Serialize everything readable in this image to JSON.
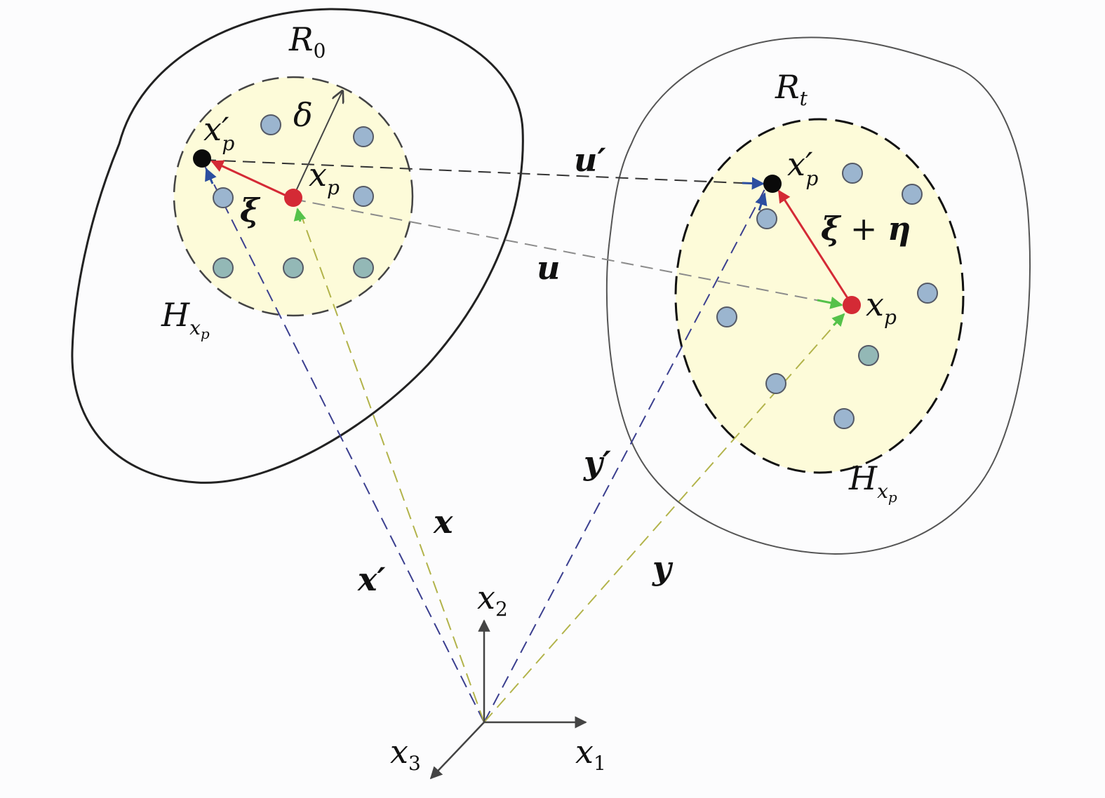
{
  "labels": {
    "region_ref": {
      "main": "R",
      "sub": "0"
    },
    "region_cur": {
      "main": "R",
      "sub": "t"
    },
    "horizon_ref": {
      "main": "H",
      "sub": "x",
      "subsub": "p"
    },
    "horizon_cur": {
      "main": "H",
      "sub": "x",
      "subsub": "p"
    },
    "delta": "δ",
    "xp_prime_ref": {
      "main": "x′",
      "sub": "p"
    },
    "xp_ref": {
      "main": "x",
      "sub": "p"
    },
    "xp_prime_cur": {
      "main": "x′",
      "sub": "p"
    },
    "xp_cur": {
      "main": "x",
      "sub": "p"
    },
    "xi": "ξ",
    "xi_eta": {
      "a": "ξ",
      "plus": " + ",
      "b": "η"
    },
    "u_prime": "u′",
    "u": "u",
    "x_vec": "x",
    "x_prime_vec": "x′",
    "y_vec": "y",
    "y_prime_vec": "y′",
    "axis_x1": {
      "main": "x",
      "sub": "1"
    },
    "axis_x2": {
      "main": "x",
      "sub": "2"
    },
    "axis_x3": {
      "main": "x",
      "sub": "3"
    }
  },
  "colors": {
    "background": "#fcfcfd",
    "horizon_fill": "#fdfbd9",
    "particle": "#9bb5cf",
    "particle_alt": "#93b8b6",
    "particle_stroke": "#555a66",
    "red_particle": "#d42a35",
    "black_particle": "#0a0a0a",
    "red_vector": "#d42a35",
    "blue_dash": "#3b3f8f",
    "gray_dash": "#8b8b8b",
    "olive_dash": "#b2b34a",
    "dark_dash": "#333333",
    "green_arrow": "#55c24a",
    "blue_arrow": "#2c4ea0",
    "axis": "#444444",
    "region_outline": "#222222"
  }
}
